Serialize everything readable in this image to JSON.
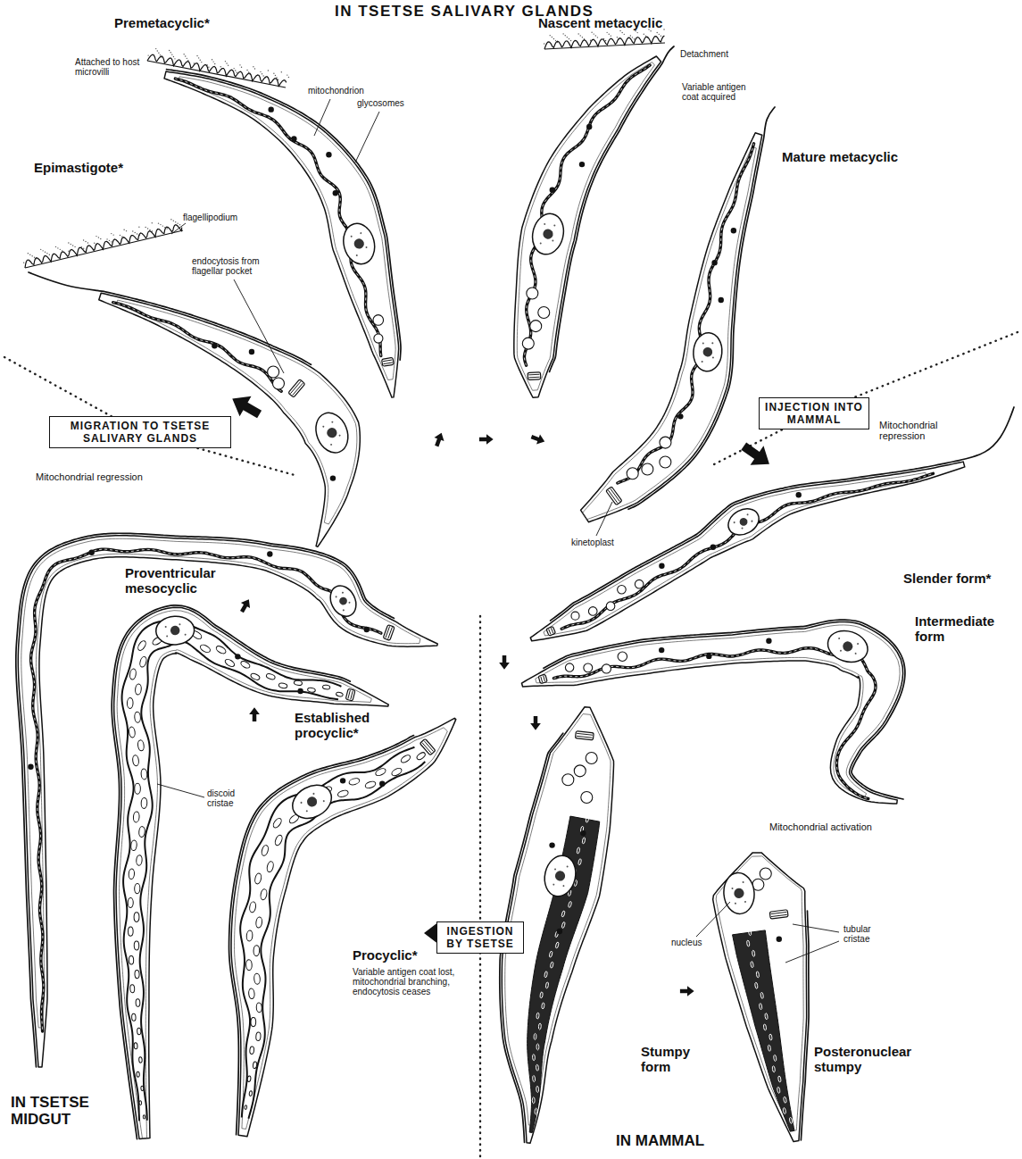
{
  "diagram": {
    "nodes": [
      {
        "text": [
          "MIGRATION TO TSETSE SALIVARY GLANDS"
        ]
      },
      {
        "text": [
          "INJECTION INTO MAMMAL"
        ]
      },
      {
        "text": [
          "INGESTION BY TSETSE"
        ]
      }
    ],
    "labels": [
      "IN TSETSE SALIVARY GLANDS",
      "Premetacyclic*",
      "Attached to host microvilli",
      "mitochondrion",
      "glycosomes",
      "Nascent metacyclic",
      "Detachment",
      "Epimastigote*",
      "flagellipodium",
      "endocytosis from flagellar pocket",
      "Variable antigen coat acquired",
      "Mature metacyclic",
      "kinetoplast",
      "Mitochondrial regression",
      "Mitochondrial repression",
      "Proventricular mesocyclic",
      "Slender form*",
      "Intermediate form",
      "Established procyclic*",
      "discoid cristae",
      "Mitochondrial activation",
      "Procyclic*",
      "Variable antigen coat lost, mitochondrial branching, endocytosis ceases",
      "nucleus",
      "tubular cristae",
      "Stumpy form",
      "Posteronuclear stumpy",
      "IN TSETSE MIDGUT",
      "IN MAMMAL"
    ]
  }
}
